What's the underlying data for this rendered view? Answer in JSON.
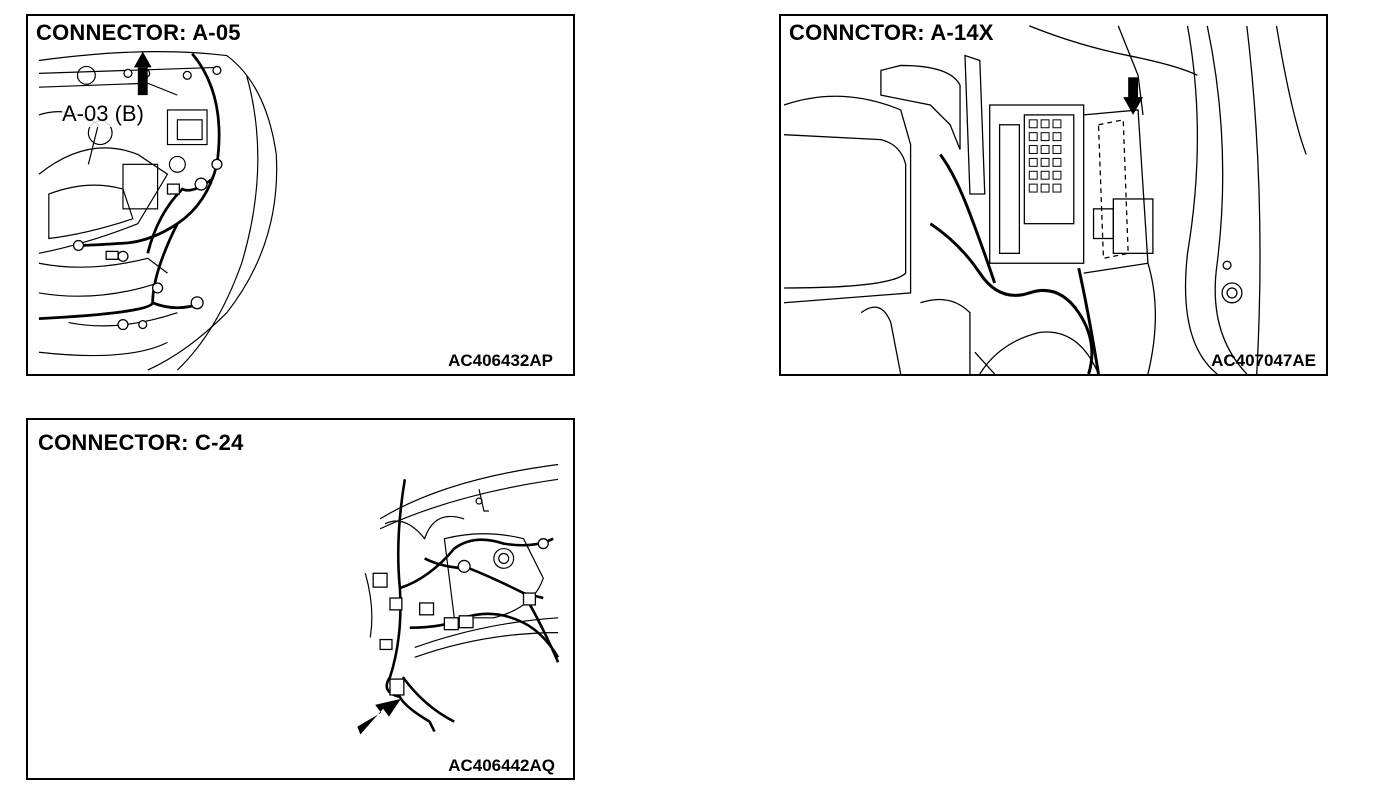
{
  "panels": [
    {
      "title": "CONNECTOR: A-05",
      "callout": "A-03 (B)",
      "code": "AC406432AP"
    },
    {
      "title": "CONNCTOR: A-14X",
      "code": "AC407047AE"
    },
    {
      "title": "CONNECTOR: C-24",
      "code": "AC406442AQ"
    }
  ]
}
